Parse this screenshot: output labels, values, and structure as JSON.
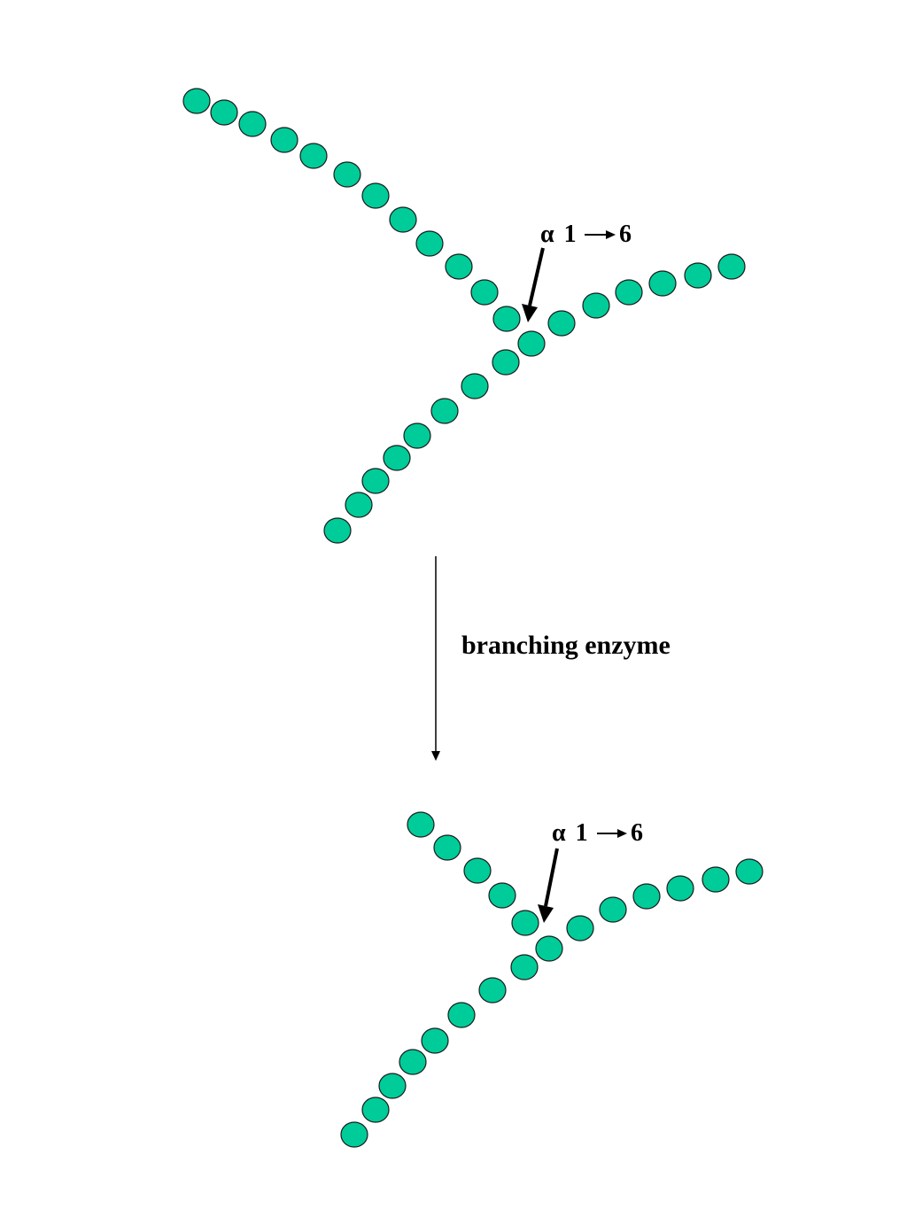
{
  "colors": {
    "residue_fill": "#00CC99",
    "residue_stroke": "#1a1a1a",
    "arrow": "#000000",
    "background": "#ffffff"
  },
  "top_structure": {
    "linkage_label": {
      "alpha": "α",
      "from": "1",
      "arrow_glyph": "→",
      "to": "6"
    }
  },
  "reaction": {
    "enzyme_label": "branching enzyme"
  },
  "bottom_structure": {
    "linkage_label": {
      "alpha": "α",
      "from": "1",
      "arrow_glyph": "→",
      "to": "6"
    }
  }
}
